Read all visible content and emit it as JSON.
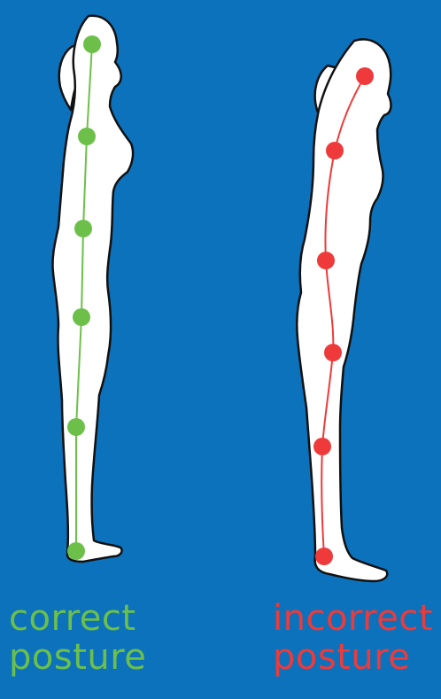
{
  "colors": {
    "background": "#0c72bc",
    "silhouette_fill": "#ffffff",
    "silhouette_outline": "#111111",
    "correct": "#6cc04a",
    "incorrect": "#ee3a3a"
  },
  "figures": [
    {
      "id": "correct",
      "caption": {
        "line1": "correct",
        "line2": "posture"
      },
      "alignment_points": 6,
      "spine": "straight"
    },
    {
      "id": "incorrect",
      "caption": {
        "line1": "incorrect",
        "line2": "posture"
      },
      "alignment_points": 6,
      "spine": "curved"
    }
  ]
}
